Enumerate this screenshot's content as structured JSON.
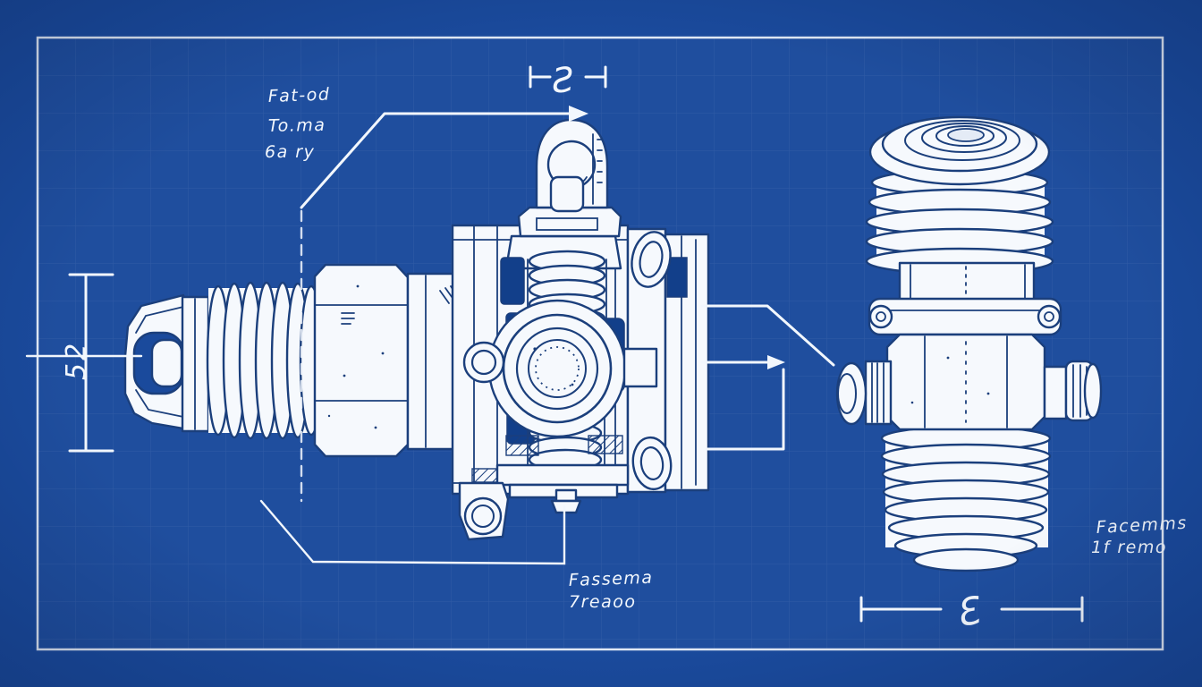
{
  "colors": {
    "bg": "#1A4A9C",
    "ink": "#1B3F7C",
    "fw": "#F6F9FD",
    "lw": "#F2F7FD",
    "panel": "#123F8A"
  },
  "notes": {
    "top_left": {
      "line1": "Fat-od",
      "line2": "To.ma",
      "line3": "6a ry"
    },
    "bottom_center": {
      "line1": "Fassema",
      "line2": "7reaoo"
    },
    "bottom_right": {
      "line1": "Facemms",
      "line2": "1f remo"
    }
  },
  "dims": {
    "top_width": "Ƨ",
    "left_height": "52",
    "bottom_width": "Ɛ"
  }
}
